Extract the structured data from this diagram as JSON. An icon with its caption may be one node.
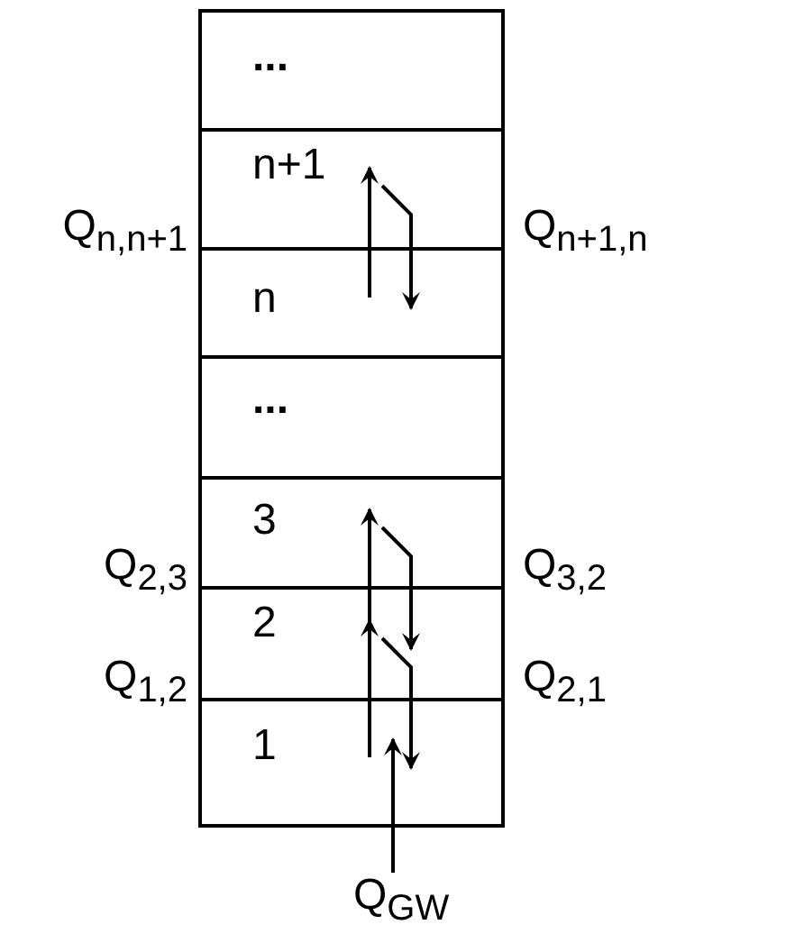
{
  "diagram": {
    "nodes": [
      {
        "text": [
          "..."
        ]
      },
      {
        "text": [
          "n+1"
        ]
      },
      {
        "text": [
          "n"
        ]
      },
      {
        "text": [
          "..."
        ]
      },
      {
        "text": [
          "3"
        ]
      },
      {
        "text": [
          "2"
        ]
      },
      {
        "text": [
          "1"
        ]
      },
      {
        "text": [
          "Q$_{GW}$"
        ]
      }
    ],
    "edges": [
      {
        "from": 2,
        "to": 1,
        "arrow": "to",
        "label": "Q$_{n,n+1}$"
      },
      {
        "from": 1,
        "to": 2,
        "arrow": "to",
        "label": "Q$_{n+1,n}$"
      },
      {
        "from": 5,
        "to": 4,
        "arrow": "to",
        "label": "Q$_{2,3}$"
      },
      {
        "from": 4,
        "to": 5,
        "arrow": "to",
        "label": "Q$_{3,2}$"
      },
      {
        "from": 6,
        "to": 5,
        "arrow": "to",
        "label": "Q$_{1,2}$"
      },
      {
        "from": 5,
        "to": 6,
        "arrow": "to",
        "label": "Q$_{2,1}$"
      },
      {
        "from": 7,
        "to": 6,
        "arrow": "to"
      }
    ]
  }
}
